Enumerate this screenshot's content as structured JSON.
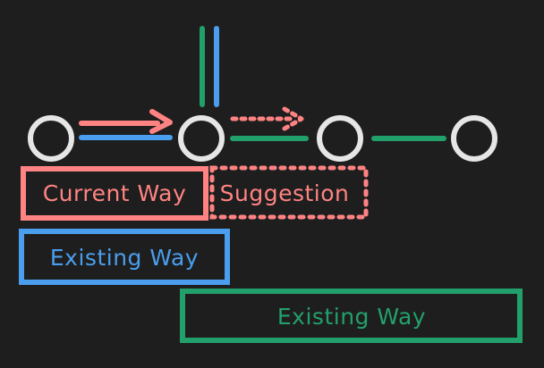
{
  "colors": {
    "background": "#1e1e1e",
    "node": "#e6e6e6",
    "current": "#ff8383",
    "existing_blue": "#4a9eed",
    "existing_green": "#22a06b"
  },
  "labels": {
    "current_way": "Current Way",
    "suggestion": "Suggestion",
    "existing_way_blue": "Existing Way",
    "existing_way_green": "Existing Way"
  }
}
